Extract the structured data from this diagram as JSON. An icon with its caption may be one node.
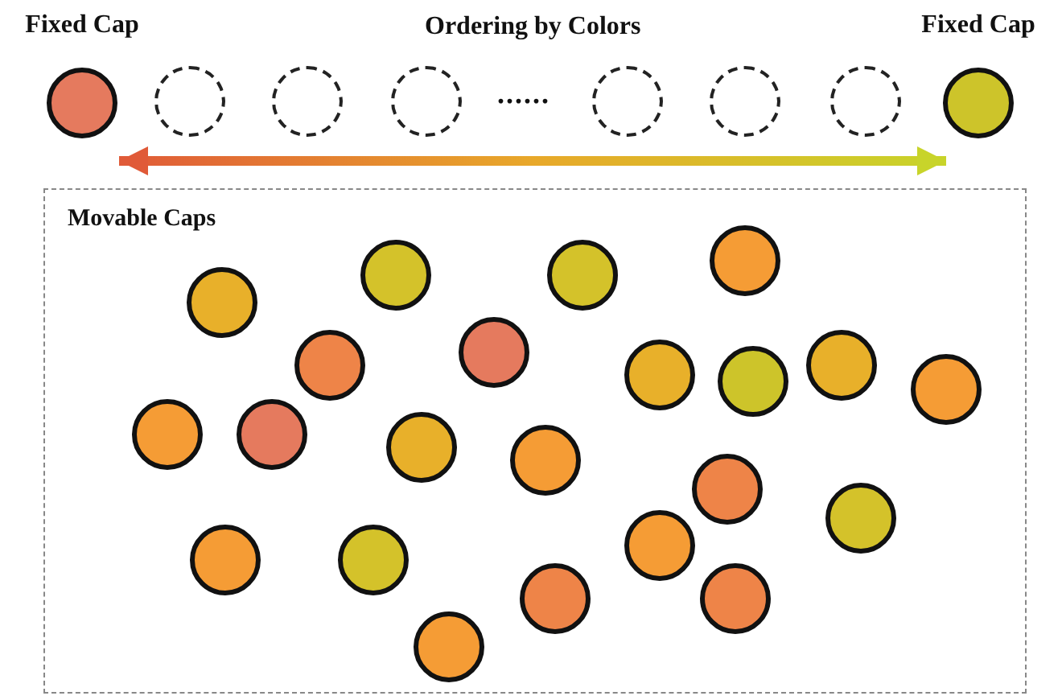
{
  "diagram": {
    "title": "Ordering by Colors",
    "nodes": [
      {
        "text": [
          "Fixed Cap"
        ]
      },
      {
        "text": [],
        "shape": "circle"
      },
      {
        "text": [],
        "shape": "circle"
      },
      {
        "text": [],
        "shape": "circle"
      },
      {
        "text": [],
        "shape": "circle"
      },
      {
        "text": [],
        "shape": "circle"
      },
      {
        "text": [],
        "shape": "circle"
      },
      {
        "text": [
          "Fixed Cap"
        ]
      },
      {
        "text": [
          "Movable Caps"
        ]
      },
      {
        "text": [],
        "shape": "circle",
        "in": 8
      },
      {
        "text": [],
        "shape": "circle",
        "in": 8
      },
      {
        "text": [],
        "shape": "circle",
        "in": 8
      },
      {
        "text": [],
        "shape": "circle",
        "in": 8
      },
      {
        "text": [],
        "shape": "circle",
        "in": 8
      },
      {
        "text": [],
        "shape": "circle",
        "in": 8
      },
      {
        "text": [],
        "shape": "circle",
        "in": 8
      },
      {
        "text": [],
        "shape": "circle",
        "in": 8
      },
      {
        "text": [],
        "shape": "circle",
        "in": 8
      },
      {
        "text": [],
        "shape": "circle",
        "in": 8
      },
      {
        "text": [],
        "shape": "circle",
        "in": 8
      },
      {
        "text": [],
        "shape": "circle",
        "in": 8
      },
      {
        "text": [],
        "shape": "circle",
        "in": 8
      },
      {
        "text": [],
        "shape": "circle",
        "in": 8
      },
      {
        "text": [],
        "shape": "circle",
        "in": 8
      },
      {
        "text": [],
        "shape": "circle",
        "in": 8
      },
      {
        "text": [],
        "shape": "circle",
        "in": 8
      },
      {
        "text": [],
        "shape": "circle",
        "in": 8
      },
      {
        "text": [],
        "shape": "circle",
        "in": 8
      },
      {
        "text": [],
        "shape": "circle",
        "in": 8
      },
      {
        "text": [],
        "shape": "circle",
        "in": 8
      },
      {
        "text": [],
        "shape": "circle",
        "in": 8
      }
    ],
    "edges": [
      {
        "from": 0,
        "to": 7,
        "arrow": "both"
      }
    ],
    "labels": [
      "......"
    ]
  }
}
